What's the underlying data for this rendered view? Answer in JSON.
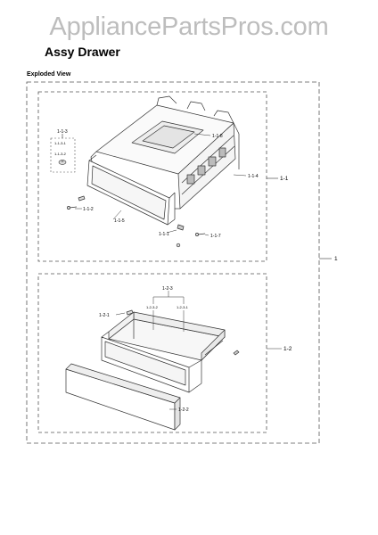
{
  "watermark": "AppliancePartsPros.com",
  "title": "Assy Drawer",
  "subtitle": "Exploded View",
  "callouts": {
    "main_assembly": "1",
    "upper_assembly": "1-1",
    "lower_assembly": "1-2",
    "upper": {
      "p113": "1-1-3",
      "p1131": "1-1-3-1",
      "p1132": "1-1-3-2",
      "p118": "1-1-8",
      "p114": "1-1-4",
      "p112": "1-1-2",
      "p115": "1-1-5",
      "p111": "1-1-1",
      "p117": "1-1-7"
    },
    "lower": {
      "p123": "1-2-3",
      "p1232": "1-2-3-2",
      "p1231": "1-2-3-1",
      "p121": "1-2-1",
      "p122": "1-2-2"
    }
  },
  "colors": {
    "line": "#333333",
    "watermark": "#bdbdbd",
    "dash": "#555555"
  }
}
